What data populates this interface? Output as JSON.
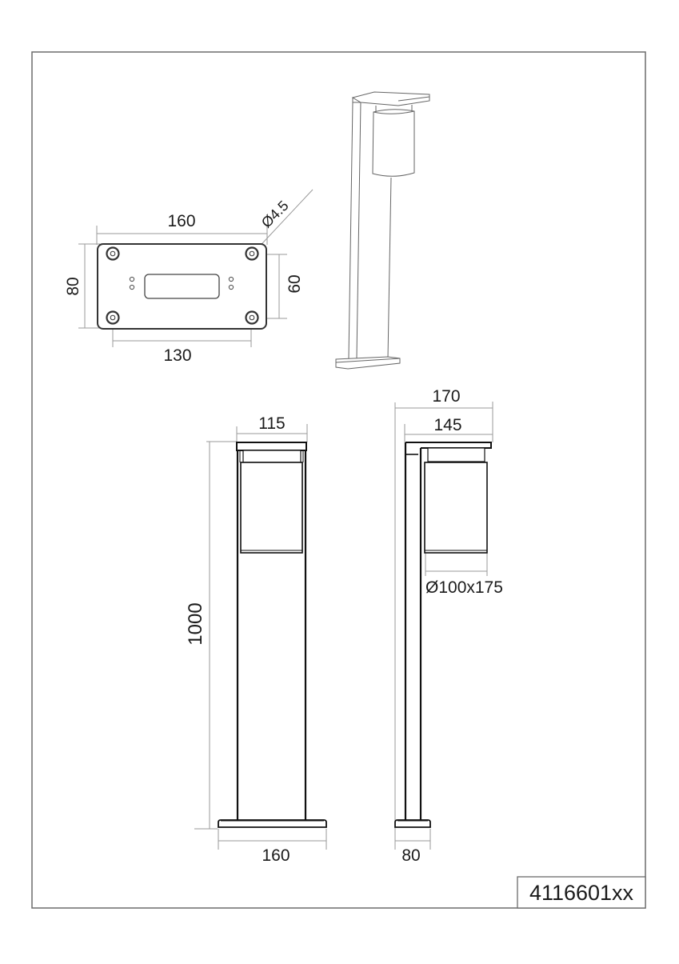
{
  "drawing": {
    "product_code": "4116601xx",
    "colors": {
      "frame": "#6b6b6b",
      "outline": "#111111",
      "dimension_line": "#9a9a9a",
      "background": "#ffffff"
    }
  },
  "base_plate_view": {
    "width_label": "160",
    "height_label": "80",
    "hole_spacing_x_label": "130",
    "hole_spacing_y_label": "60",
    "hole_diameter_label": "Ø4.5"
  },
  "front_view": {
    "head_width_label": "115",
    "total_height_label": "1000",
    "base_width_label": "160"
  },
  "side_view": {
    "total_depth_label": "170",
    "head_depth_label": "145",
    "shade_size_label": "Ø100x175",
    "base_depth_label": "80"
  }
}
